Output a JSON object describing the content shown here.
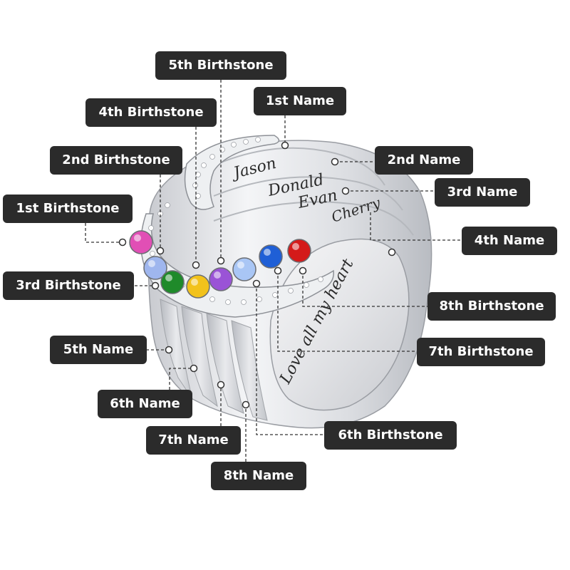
{
  "colors": {
    "label_bg": "#2b2b2b",
    "label_text": "#ffffff",
    "leader_line": "#333333",
    "metal": "#d9dbdf",
    "stones": {
      "first": "#e14fb5",
      "second": "#9fb6ee",
      "third": "#1f8a2a",
      "fourth": "#f2c21b",
      "fifth": "#9a53d6",
      "sixth": "#a9c6f5",
      "seventh": "#1f5fd6",
      "eighth": "#d41a1a"
    }
  },
  "engraving": {
    "names": [
      "Jason",
      "Donald",
      "Evan",
      "Cherry"
    ],
    "inner": "Love all my heart"
  },
  "labels": {
    "birthstone_1": "1st Birthstone",
    "birthstone_2": "2nd Birthstone",
    "birthstone_3": "3rd Birthstone",
    "birthstone_4": "4th Birthstone",
    "birthstone_5": "5th Birthstone",
    "birthstone_6": "6th Birthstone",
    "birthstone_7": "7th Birthstone",
    "birthstone_8": "8th Birthstone",
    "name_1": "1st Name",
    "name_2": "2nd Name",
    "name_3": "3rd Name",
    "name_4": "4th Name",
    "name_5": "5th Name",
    "name_6": "6th Name",
    "name_7": "7th Name",
    "name_8": "8th Name"
  }
}
